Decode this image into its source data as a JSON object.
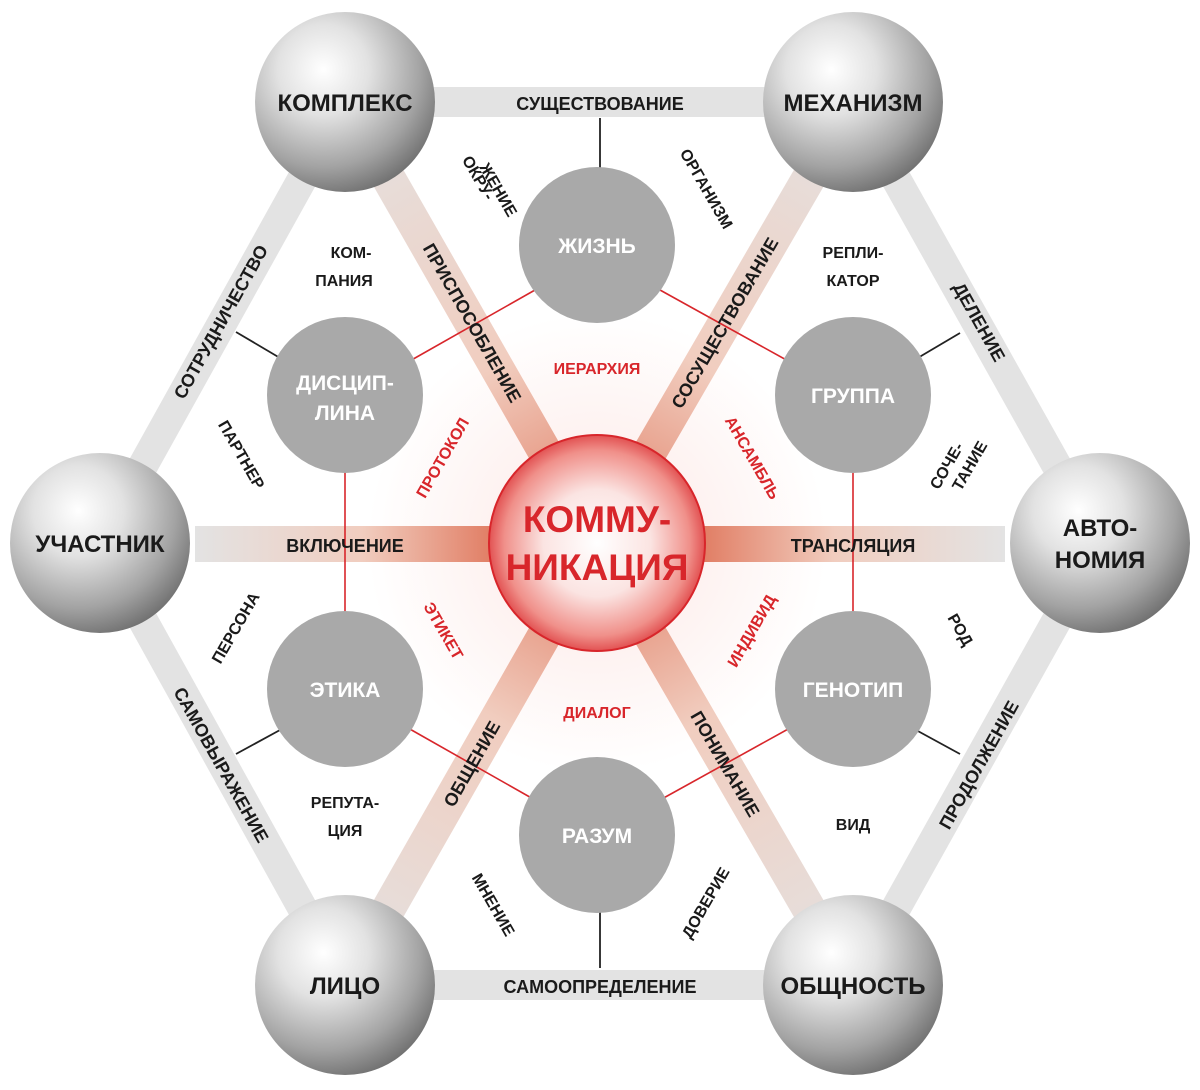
{
  "center": {
    "line1": "КОММУ-",
    "line2": "НИКАЦИЯ",
    "color": "#d8262b"
  },
  "outer_nodes": {
    "kompleks": "КОМПЛЕКС",
    "mekhanizm": "МЕХАНИЗМ",
    "uchastnik": "УЧАСТНИК",
    "avtonomiya_1": "АВТО-",
    "avtonomiya_2": "НОМИЯ",
    "litso": "ЛИЦО",
    "obshchnost": "ОБЩНОСТЬ"
  },
  "inner_nodes": {
    "zhizn": "ЖИЗНЬ",
    "distsiplina_1": "ДИСЦИП-",
    "distsiplina_2": "ЛИНА",
    "gruppa": "ГРУППА",
    "etika": "ЭТИКА",
    "genotip": "ГЕНОТИП",
    "razum": "РАЗУМ"
  },
  "edges": {
    "top": "СУЩЕСТВОВАНИЕ",
    "upper_right": "ДЕЛЕНИЕ",
    "lower_right": "ПРОДОЛЖЕНИЕ",
    "bottom": "САМООПРЕДЕЛЕНИЕ",
    "lower_left": "САМОВЫРАЖЕНИЕ",
    "upper_left": "СОТРУДНИЧЕСТВО"
  },
  "spokes": {
    "to_kompleks": "ПРИСПОСОБЛЕНИЕ",
    "to_mekhanizm": "СОСУЩЕСТВОВАНИЕ",
    "to_uchastnik": "ВКЛЮЧЕНИЕ",
    "to_avtonomiya": "ТРАНСЛЯЦИЯ",
    "to_litso": "ОБЩЕНИЕ",
    "to_obshchnost": "ПОНИМАНИЕ"
  },
  "red_labels": {
    "ierarkhiya": "ИЕРАРХИЯ",
    "ansambl": "АНСАМБЛЬ",
    "individ": "ИНДИВИД",
    "dialog": "ДИАЛОГ",
    "etiket": "ЭТИКЕТ",
    "protokol": "ПРОТОКОЛ"
  },
  "black_labels": {
    "okruzhenie_1": "ОКРУ-",
    "okruzhenie_2": "ЖЕНИЕ",
    "organizm": "ОРГАНИЗМ",
    "kompaniya_1": "КОМ-",
    "kompaniya_2": "ПАНИЯ",
    "replikator_1": "РЕПЛИ-",
    "replikator_2": "КАТОР",
    "partner": "ПАРТНЕР",
    "sochetanie_1": "СОЧЕ-",
    "sochetanie_2": "ТАНИЕ",
    "persona": "ПЕРСОНА",
    "rod": "РОД",
    "reputatsiya_1": "РЕПУТА-",
    "reputatsiya_2": "ЦИЯ",
    "vid": "ВИД",
    "mnenie": "МНЕНИЕ",
    "doverie": "ДОВЕРИЕ"
  },
  "colors": {
    "accent_red": "#d8262b",
    "band_gray": "#e3e3e3",
    "inner_circle": "#a9a9a9"
  }
}
